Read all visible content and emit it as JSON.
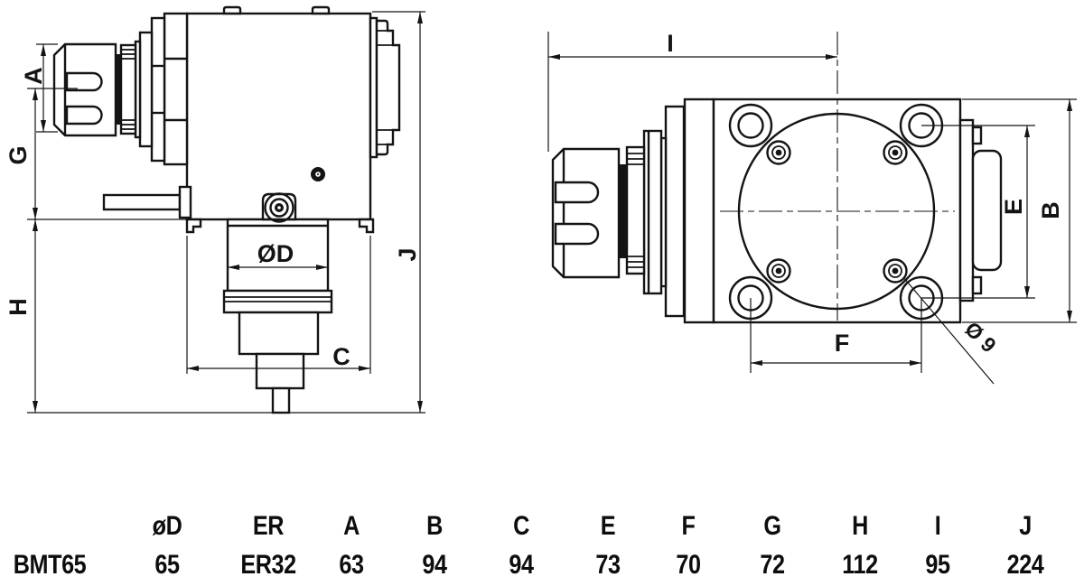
{
  "drawing": {
    "left_view": {
      "labels": {
        "a": "A",
        "g": "G",
        "h": "H",
        "j": "J",
        "od": "ØD",
        "c": "C"
      }
    },
    "right_view": {
      "labels": {
        "i": "I",
        "e": "E",
        "b": "B",
        "f": "F",
        "dia9": "Ø 9"
      }
    },
    "line_color": "#141414"
  },
  "table": {
    "row_label": "BMT65",
    "headers": [
      "øD",
      "ER",
      "A",
      "B",
      "C",
      "E",
      "F",
      "G",
      "H",
      "I",
      "J"
    ],
    "values": [
      "65",
      "ER32",
      "63",
      "94",
      "94",
      "73",
      "70",
      "72",
      "112",
      "95",
      "224"
    ]
  }
}
